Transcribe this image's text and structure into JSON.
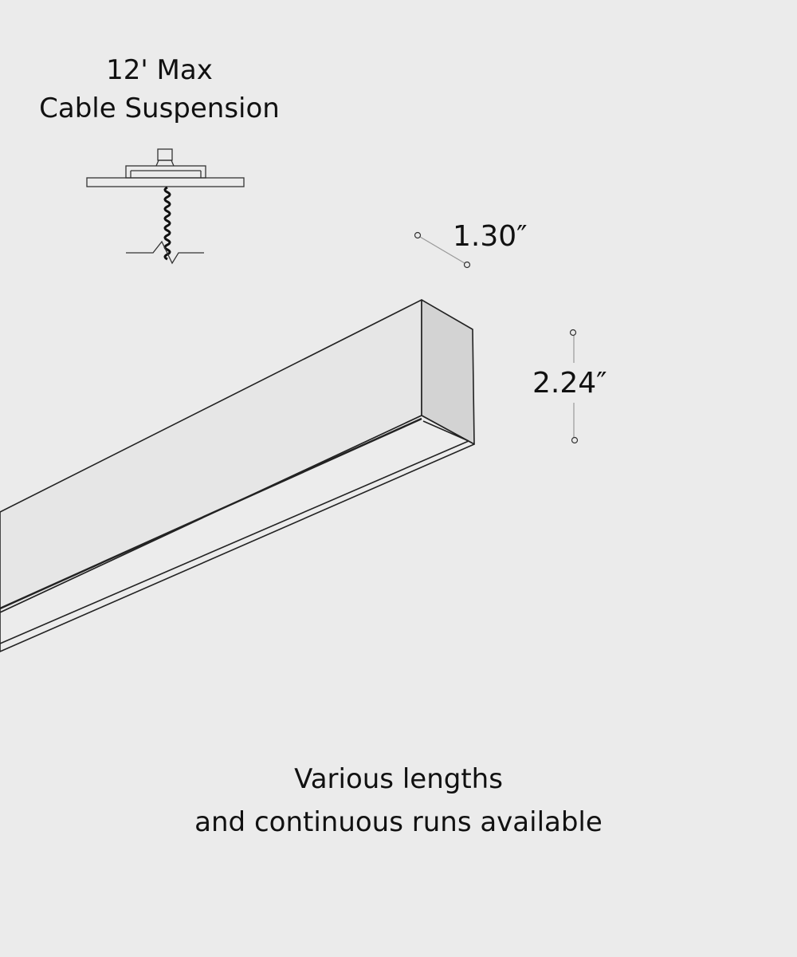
{
  "suspension": {
    "line1": "12' Max",
    "line2": "Cable Suspension"
  },
  "dimensions": {
    "width": "1.30″",
    "height": "2.24″"
  },
  "footer": {
    "line1": "Various lengths",
    "line2": "and continuous runs available"
  },
  "colors": {
    "background": "#ebebeb",
    "face_front": "#e6e6e6",
    "face_side": "#d3d3d3",
    "stroke": "#222222"
  }
}
